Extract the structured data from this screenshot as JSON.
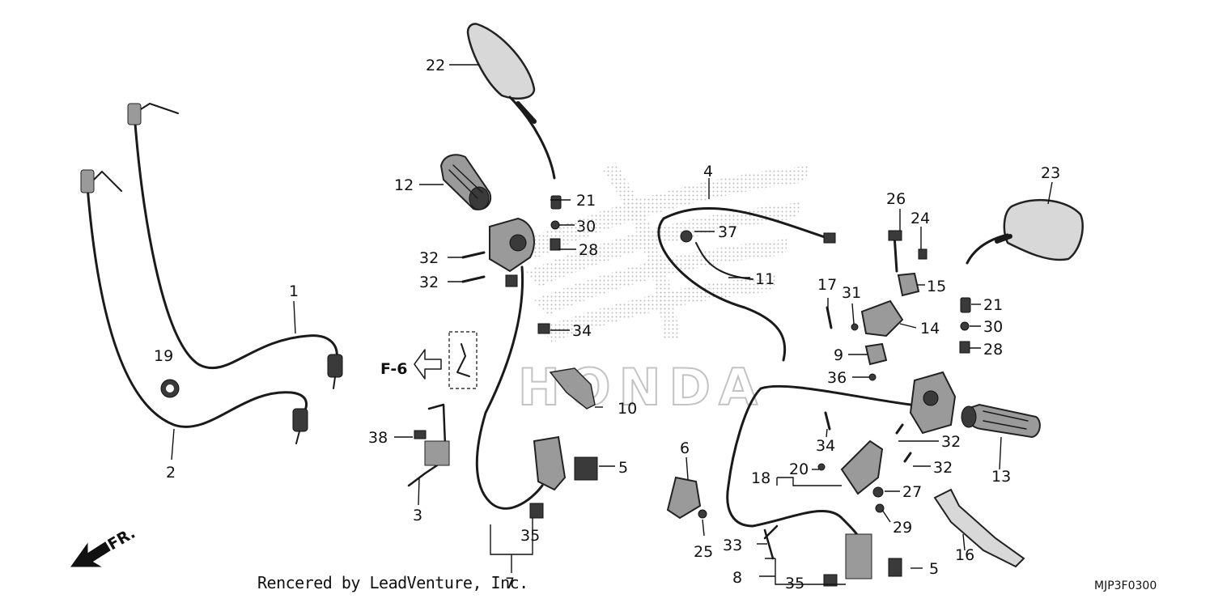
{
  "callouts": {
    "c1": "1",
    "c2": "2",
    "c3": "3",
    "c4": "4",
    "c5a": "5",
    "c5b": "5",
    "c6": "6",
    "c7": "7",
    "c8": "8",
    "c9": "9",
    "c10": "10",
    "c11": "11",
    "c12": "12",
    "c13": "13",
    "c14": "14",
    "c15": "15",
    "c16": "16",
    "c17": "17",
    "c18": "18",
    "c19": "19",
    "c20": "20",
    "c21a": "21",
    "c21b": "21",
    "c22": "22",
    "c23": "23",
    "c24": "24",
    "c25": "25",
    "c26": "26",
    "c27": "27",
    "c28a": "28",
    "c28b": "28",
    "c29": "29",
    "c30a": "30",
    "c30b": "30",
    "c31": "31",
    "c32a": "32",
    "c32b": "32",
    "c32c": "32",
    "c32d": "32",
    "c33": "33",
    "c34a": "34",
    "c34b": "34",
    "c35a": "35",
    "c35b": "35",
    "c36": "36",
    "c37": "37",
    "c38": "38"
  },
  "ref_label": "F-6",
  "direction_label": "FR.",
  "credit": "Rencered by LeadVenture, Inc.",
  "diagram_code": "MJP3F0300",
  "watermark_text": "HONDA"
}
